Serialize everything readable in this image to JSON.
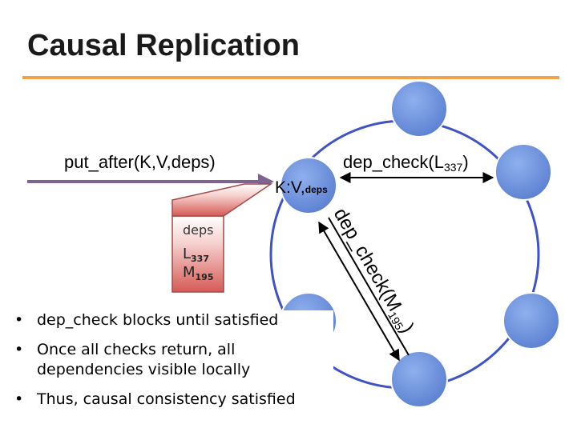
{
  "title": "Causal Replication",
  "put_after_label": "put_after(K,V,deps)",
  "kv_label": {
    "main": "K:V,",
    "sub": "deps"
  },
  "dep_check_top": {
    "text": "dep_check(L",
    "sub": "337",
    "close": ")"
  },
  "dep_check_diag": {
    "text": "dep_check(M",
    "sub": "195",
    "close": ")"
  },
  "deps_box": {
    "header": "deps",
    "items": [
      {
        "letter": "L",
        "sub": "337"
      },
      {
        "letter": "M",
        "sub": "195"
      }
    ]
  },
  "bullets": [
    "dep_check blocks until satisfied",
    "Once all checks return, all dependencies visible locally",
    "Thus, causal consistency satisfied"
  ],
  "colors": {
    "node_fill": "#6c8ed8",
    "node_stroke": "#ffffff",
    "ring": "#3f53c6",
    "put_arrow": "#7f6391",
    "deps_gradient_top": "#ffffff",
    "deps_gradient_bottom": "#d9534f",
    "title_rule": "#f2a24a"
  }
}
